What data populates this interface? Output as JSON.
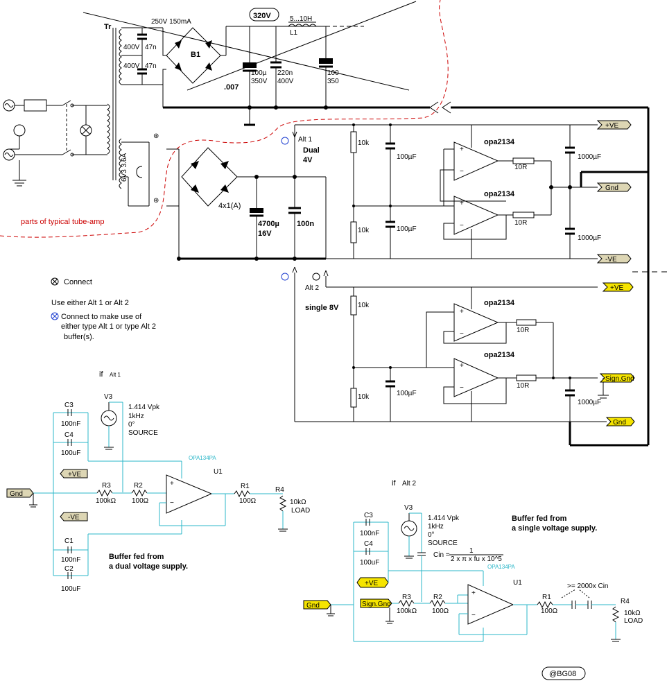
{
  "psu": {
    "transformer": "Tr",
    "rating": "250V  150mA",
    "cap400a": "400V",
    "cap47a": "47n",
    "cap400b": "400V",
    "cap47b": "47n",
    "bridge": "B1",
    "hv": "320V",
    "choke": "5...10H",
    "choke_ref": "L1",
    "c1": "100µ",
    "c1v": "350V",
    "c2": "220n",
    "c2v": "400V",
    "c3": "100",
    "c3v": "350",
    "code": ".007",
    "sec2": "6V3  3.6A",
    "bridge2": "4x1(A)",
    "reservoir": "4700µ",
    "reservoir_v": "16V",
    "dec": "100n",
    "note": "parts of typical tube-amp"
  },
  "alt1": {
    "label": "Alt 1",
    "mode": "Dual",
    "volt": "4V",
    "r_top": "10k",
    "r_bot": "10k",
    "c_top": "100µF",
    "c_bot": "100µF",
    "opamp_a": "opa2134",
    "opamp_b": "opa2134",
    "r_out_a": "10R",
    "r_out_b": "10R",
    "c_out_a": "1000µF",
    "c_out_b": "1000µF",
    "pos": "+VE",
    "gnd": "Gnd",
    "neg": "-VE"
  },
  "alt2": {
    "label": "Alt 2",
    "mode": "single 8V",
    "r_top": "10k",
    "r_bot": "10k",
    "c": "100µF",
    "opamp_a": "opa2134",
    "opamp_b": "opa2134",
    "r_out_a": "10R",
    "r_out_b": "10R",
    "c_out": "1000µF",
    "pos": "+VE",
    "sgnd": "Sign.Gnd",
    "gnd": "Gnd"
  },
  "legend": {
    "connect": "Connect",
    "use": "Use either Alt 1 or Alt 2",
    "blue1": "Connect to make use of",
    "blue2": "either type Alt 1 or  type Alt 2",
    "blue3": "buffer(s)."
  },
  "dual": {
    "if": "if",
    "alt": "Alt 1",
    "c3": "C3",
    "c3v": "100nF",
    "c4": "C4",
    "c4v": "100uF",
    "c1": "C1",
    "c1v": "100nF",
    "c2": "C2",
    "c2v": "100uF",
    "v3": "V3",
    "src1": "1.414 Vpk",
    "src2": "1kHz",
    "src3": "0°",
    "src4": "SOURCE",
    "opamp": "OPA134PA",
    "u": "U1",
    "r3": "R3",
    "r3v": "100kΩ",
    "r2": "R2",
    "r2v": "100Ω",
    "r1": "R1",
    "r1v": "100Ω",
    "r4": "R4",
    "r4v": "10kΩ",
    "load": "LOAD",
    "gnd": "Gnd",
    "pos": "+VE",
    "neg": "-VE",
    "title1": "Buffer fed from",
    "title2": "a dual voltage supply."
  },
  "single": {
    "if": "if",
    "alt": "Alt 2",
    "c3": "C3",
    "c3v": "100nF",
    "c4": "C4",
    "c4v": "100uF",
    "v3": "V3",
    "src1": "1.414 Vpk",
    "src2": "1kHz",
    "src3": "0°",
    "src4": "SOURCE",
    "cin": "Cin =",
    "cin_num": "1",
    "cin_den": "2 x π x fu x 10^5",
    "opamp": "OPA134PA",
    "u": "U1",
    "r3": "R3",
    "r3v": "100kΩ",
    "r2": "R2",
    "r2v": "100Ω",
    "r1": "R1",
    "r1v": "100Ω",
    "cap_note": ">= 2000x Cin",
    "r4": "R4",
    "r4v": "10kΩ",
    "load": "LOAD",
    "gnd": "Gnd",
    "sgnd": "Sign.Gnd",
    "pos": "+VE",
    "title1": "Buffer fed from",
    "title2": "a single voltage supply."
  },
  "signature": "@BG08",
  "colors": {
    "wire": "#000000",
    "sim": "#2bb7c9",
    "red": "#cc0000",
    "yellow": "#f5e400",
    "tan": "#ddd6b4",
    "blue": "#1f3fd0"
  }
}
